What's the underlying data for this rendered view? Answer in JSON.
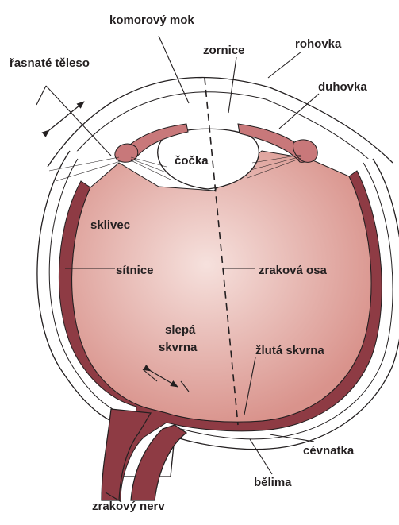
{
  "labels": {
    "aqueous_humor": "komorový mok",
    "pupil": "zornice",
    "cornea": "rohovka",
    "ciliary_body": "řasnaté těleso",
    "iris": "duhovka",
    "lens": "čočka",
    "vitreous": "sklivec",
    "retina": "sítnice",
    "visual_axis": "zraková osa",
    "blind_spot": [
      "slepá",
      "skvrna"
    ],
    "yellow_spot": "žlutá skvrna",
    "choroid": "cévnatka",
    "sclera": "bělima",
    "optic_nerve": "zrakový nerv"
  },
  "colors": {
    "vitreous_center": "#f6e1dd",
    "vitreous_edge": "#d9938c",
    "choroid": "#8e3b44",
    "iris": "#c8787a",
    "outline": "#231f20"
  }
}
